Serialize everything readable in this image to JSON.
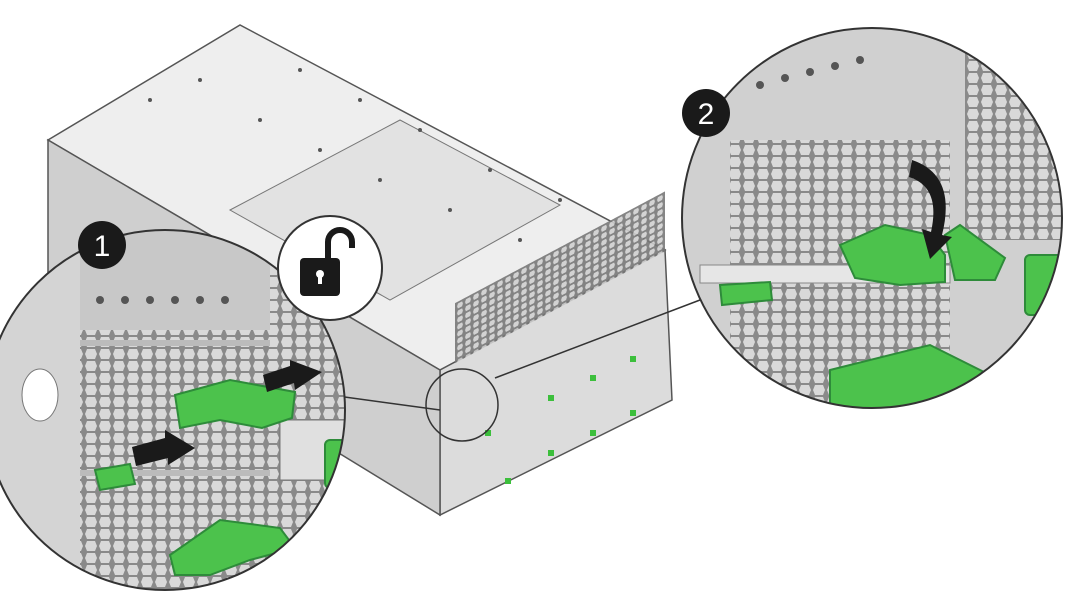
{
  "callouts": [
    {
      "number": "1",
      "action": "squeeze-release-levers"
    },
    {
      "number": "2",
      "action": "rotate-lever-open"
    }
  ],
  "icons": [
    "unlock-icon",
    "arrow-left-icon",
    "arrow-right-icon",
    "curved-arrow-icon"
  ],
  "colors": {
    "lever_green": "#4cc24c",
    "lever_dark": "#2e8b3a",
    "chassis": "#e6e6e6",
    "badge": "#1a1a1a"
  }
}
